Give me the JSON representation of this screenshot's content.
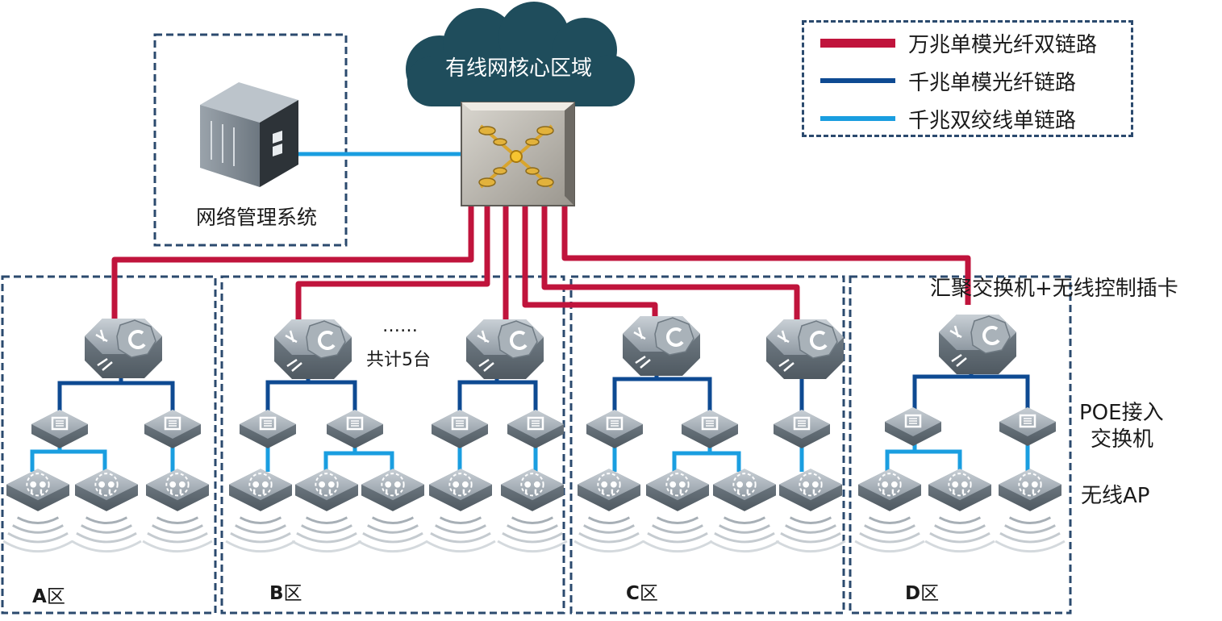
{
  "core": {
    "label": "有线网核心区域"
  },
  "nms": {
    "label": "网络管理系统"
  },
  "legend": [
    {
      "text": "万兆单模光纤双链路",
      "color": "#c0143c"
    },
    {
      "text": "千兆单模光纤链路",
      "color": "#0e4a92"
    },
    {
      "text": "千兆双绞线单链路",
      "color": "#1a9ee0"
    }
  ],
  "labels": {
    "aggregation": "汇聚交换机+无线控制插卡",
    "poe_line1": "POE接入",
    "poe_line2": "交换机",
    "ap": "无线AP",
    "ellipsis": "……",
    "total": "共计5台"
  },
  "zones": [
    {
      "letter": "A",
      "suffix": "区"
    },
    {
      "letter": "B",
      "suffix": "区"
    },
    {
      "letter": "C",
      "suffix": "区"
    },
    {
      "letter": "D",
      "suffix": "区"
    }
  ],
  "colors": {
    "zone_border": "#2b4a6e",
    "cloud": "#1f4d5c",
    "device": "#8a949c"
  }
}
